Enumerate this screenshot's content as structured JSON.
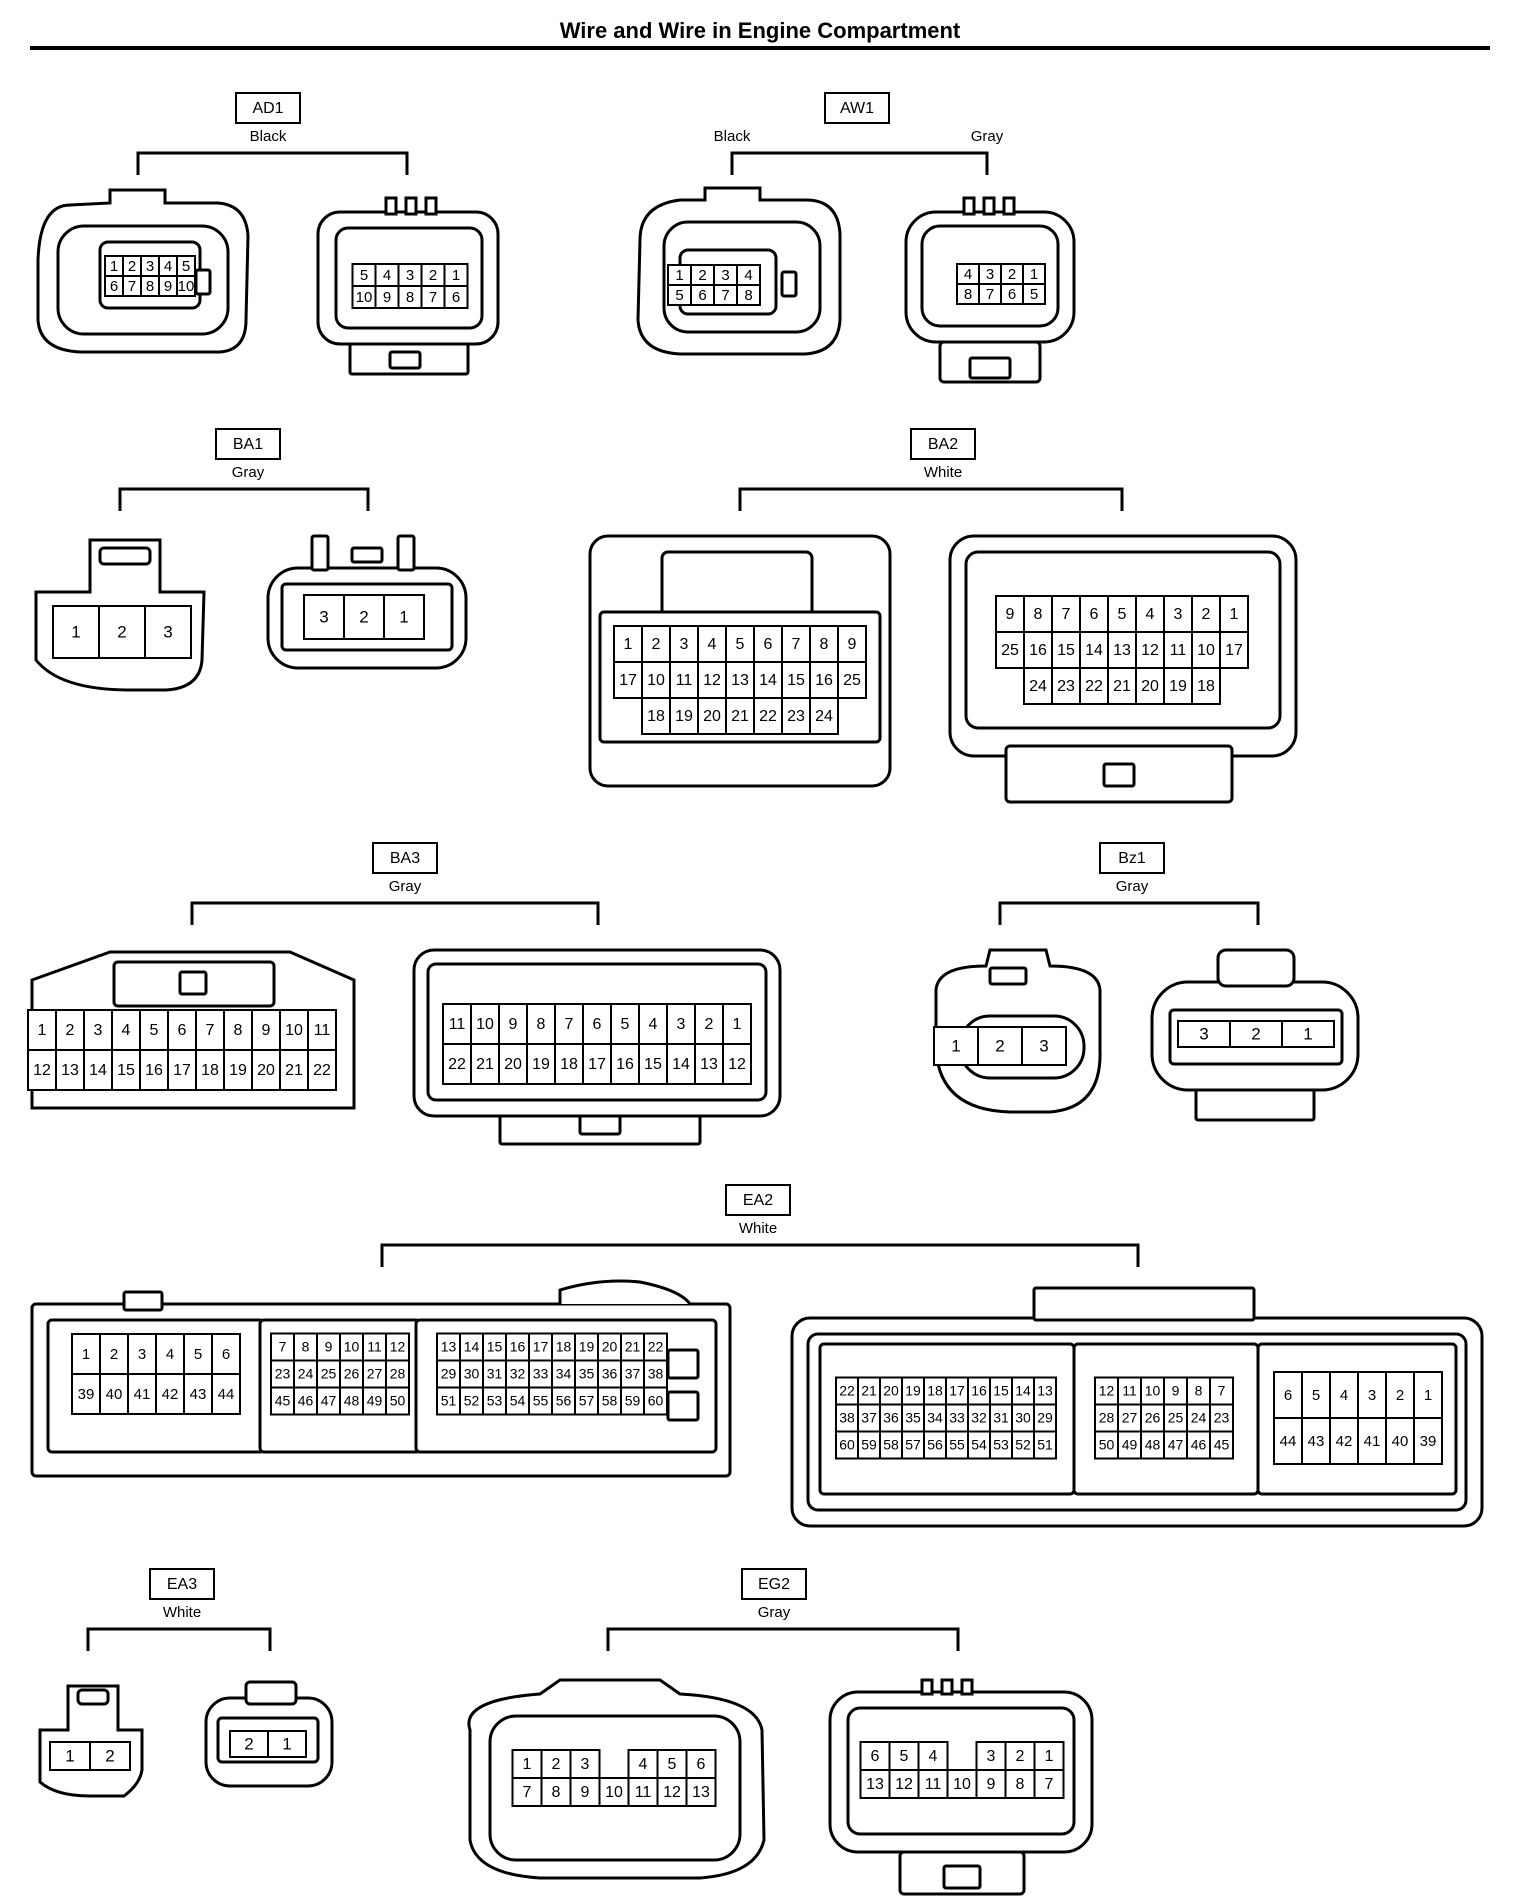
{
  "title": "Wire and Wire in Engine Compartment",
  "connectors": [
    {
      "id": "AD1",
      "colors": [
        "Black"
      ],
      "connectors": [
        {
          "rows": [
            [
              "1",
              "2",
              "3",
              "4",
              "5"
            ],
            [
              "6",
              "7",
              "8",
              "9",
              "10"
            ]
          ]
        },
        {
          "rows": [
            [
              "5",
              "4",
              "3",
              "2",
              "1"
            ],
            [
              "10",
              "9",
              "8",
              "7",
              "6"
            ]
          ]
        }
      ]
    },
    {
      "id": "AW1",
      "colors": [
        "Black",
        "Gray"
      ],
      "connectors": [
        {
          "rows": [
            [
              "1",
              "2",
              "3",
              "4"
            ],
            [
              "5",
              "6",
              "7",
              "8"
            ]
          ]
        },
        {
          "rows": [
            [
              "4",
              "3",
              "2",
              "1"
            ],
            [
              "8",
              "7",
              "6",
              "5"
            ]
          ]
        }
      ]
    },
    {
      "id": "BA1",
      "colors": [
        "Gray"
      ],
      "connectors": [
        {
          "rows": [
            [
              "1",
              "2",
              "3"
            ]
          ]
        },
        {
          "rows": [
            [
              "3",
              "2",
              "1"
            ]
          ]
        }
      ]
    },
    {
      "id": "BA2",
      "colors": [
        "White"
      ],
      "connectors": [
        {
          "rows": [
            [
              "1",
              "2",
              "3",
              "4",
              "5",
              "6",
              "7",
              "8",
              "9"
            ],
            [
              "17",
              "10",
              "11",
              "12",
              "13",
              "14",
              "15",
              "16",
              "25"
            ],
            [
              "18",
              "19",
              "20",
              "21",
              "22",
              "23",
              "24"
            ]
          ]
        },
        {
          "rows": [
            [
              "9",
              "8",
              "7",
              "6",
              "5",
              "4",
              "3",
              "2",
              "1"
            ],
            [
              "25",
              "16",
              "15",
              "14",
              "13",
              "12",
              "11",
              "10",
              "17"
            ],
            [
              "24",
              "23",
              "22",
              "21",
              "20",
              "19",
              "18"
            ]
          ]
        }
      ]
    },
    {
      "id": "BA3",
      "colors": [
        "Gray"
      ],
      "connectors": [
        {
          "rows": [
            [
              "1",
              "2",
              "3",
              "4",
              "5",
              "6",
              "7",
              "8",
              "9",
              "10",
              "11"
            ],
            [
              "12",
              "13",
              "14",
              "15",
              "16",
              "17",
              "18",
              "19",
              "20",
              "21",
              "22"
            ]
          ]
        },
        {
          "rows": [
            [
              "11",
              "10",
              "9",
              "8",
              "7",
              "6",
              "5",
              "4",
              "3",
              "2",
              "1"
            ],
            [
              "22",
              "21",
              "20",
              "19",
              "18",
              "17",
              "16",
              "15",
              "14",
              "13",
              "12"
            ]
          ]
        }
      ]
    },
    {
      "id": "Bz1",
      "colors": [
        "Gray"
      ],
      "connectors": [
        {
          "rows": [
            [
              "1",
              "2",
              "3"
            ]
          ]
        },
        {
          "rows": [
            [
              "3",
              "2",
              "1"
            ]
          ]
        }
      ]
    },
    {
      "id": "EA2",
      "colors": [
        "White"
      ],
      "connectors": [
        {
          "blocks": [
            {
              "rows": [
                [
                  "1",
                  "2",
                  "3",
                  "4",
                  "5",
                  "6"
                ],
                [
                  "39",
                  "40",
                  "41",
                  "42",
                  "43",
                  "44"
                ]
              ]
            },
            {
              "rows": [
                [
                  "7",
                  "8",
                  "9",
                  "10",
                  "11",
                  "12"
                ],
                [
                  "23",
                  "24",
                  "25",
                  "26",
                  "27",
                  "28"
                ],
                [
                  "45",
                  "46",
                  "47",
                  "48",
                  "49",
                  "50"
                ]
              ]
            },
            {
              "rows": [
                [
                  "13",
                  "14",
                  "15",
                  "16",
                  "17",
                  "18",
                  "19",
                  "20",
                  "21",
                  "22"
                ],
                [
                  "29",
                  "30",
                  "31",
                  "32",
                  "33",
                  "34",
                  "35",
                  "36",
                  "37",
                  "38"
                ],
                [
                  "51",
                  "52",
                  "53",
                  "54",
                  "55",
                  "56",
                  "57",
                  "58",
                  "59",
                  "60"
                ]
              ]
            }
          ]
        },
        {
          "blocks": [
            {
              "rows": [
                [
                  "22",
                  "21",
                  "20",
                  "19",
                  "18",
                  "17",
                  "16",
                  "15",
                  "14",
                  "13"
                ],
                [
                  "38",
                  "37",
                  "36",
                  "35",
                  "34",
                  "33",
                  "32",
                  "31",
                  "30",
                  "29"
                ],
                [
                  "60",
                  "59",
                  "58",
                  "57",
                  "56",
                  "55",
                  "54",
                  "53",
                  "52",
                  "51"
                ]
              ]
            },
            {
              "rows": [
                [
                  "12",
                  "11",
                  "10",
                  "9",
                  "8",
                  "7"
                ],
                [
                  "28",
                  "27",
                  "26",
                  "25",
                  "24",
                  "23"
                ],
                [
                  "50",
                  "49",
                  "48",
                  "47",
                  "46",
                  "45"
                ]
              ]
            },
            {
              "rows": [
                [
                  "6",
                  "5",
                  "4",
                  "3",
                  "2",
                  "1"
                ],
                [
                  "44",
                  "43",
                  "42",
                  "41",
                  "40",
                  "39"
                ]
              ]
            }
          ]
        }
      ]
    },
    {
      "id": "EA3",
      "colors": [
        "White"
      ],
      "connectors": [
        {
          "rows": [
            [
              "1",
              "2"
            ]
          ]
        },
        {
          "rows": [
            [
              "2",
              "1"
            ]
          ]
        }
      ]
    },
    {
      "id": "EG2",
      "colors": [
        "Gray"
      ],
      "connectors": [
        {
          "rows": [
            [
              "1",
              "2",
              "3",
              "",
              "4",
              "5",
              "6"
            ],
            [
              "7",
              "8",
              "9",
              "10",
              "11",
              "12",
              "13"
            ]
          ]
        },
        {
          "rows": [
            [
              "6",
              "5",
              "4",
              "",
              "3",
              "2",
              "1"
            ],
            [
              "13",
              "12",
              "11",
              "10",
              "9",
              "8",
              "7"
            ]
          ]
        }
      ]
    }
  ]
}
